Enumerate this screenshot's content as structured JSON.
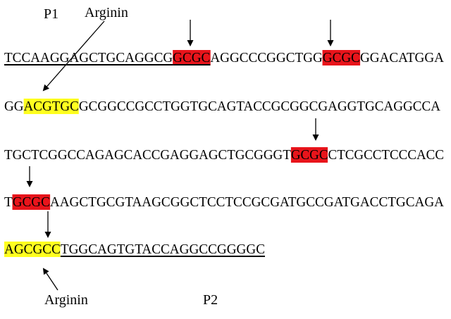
{
  "labels": {
    "p1": "P1",
    "arginin_top": "Arginin",
    "arginin_bottom": "Arginin",
    "p2": "P2"
  },
  "colors": {
    "red": "#e8141b",
    "yellow": "#ffff1f"
  },
  "lines": [
    {
      "segments": [
        {
          "text": "TCCAAGGAGCTGCAGGCG",
          "hl": "none",
          "u": true
        },
        {
          "text": "GCGC",
          "hl": "red",
          "u": true
        },
        {
          "text": "AGGCCCGGCTGG",
          "hl": "none",
          "u": false
        },
        {
          "text": "GCGC",
          "hl": "red",
          "u": false
        },
        {
          "text": "GGACATGGA",
          "hl": "none",
          "u": false
        }
      ]
    },
    {
      "segments": [
        {
          "text": "GG",
          "hl": "none",
          "u": false
        },
        {
          "text": "ACGTGC",
          "hl": "yellow",
          "u": false
        },
        {
          "text": "GCGGCCGCCTGGTGCAGTACCGCGGCGAGGTGCAGGCCA",
          "hl": "none",
          "u": false
        }
      ]
    },
    {
      "segments": [
        {
          "text": "TGCTCGGCCAGAGCACCGAGGAGCTGCGGGT",
          "hl": "none",
          "u": false
        },
        {
          "text": "GCGC",
          "hl": "red",
          "u": false
        },
        {
          "text": "CTCGCCTCCCACC",
          "hl": "none",
          "u": false
        }
      ]
    },
    {
      "segments": [
        {
          "text": "T",
          "hl": "none",
          "u": false
        },
        {
          "text": "GCGC",
          "hl": "red",
          "u": false
        },
        {
          "text": "AAGCTGCGTAAGCGGCTCCTCCGCGATGCCGATGACCTGCAGA",
          "hl": "none",
          "u": false
        }
      ]
    },
    {
      "segments": [
        {
          "text": "AGCGCC",
          "hl": "yellow",
          "u": false
        },
        {
          "text": "TGGCAGTGTACCAGGCCGGGGC",
          "hl": "none",
          "u": true
        }
      ]
    }
  ]
}
